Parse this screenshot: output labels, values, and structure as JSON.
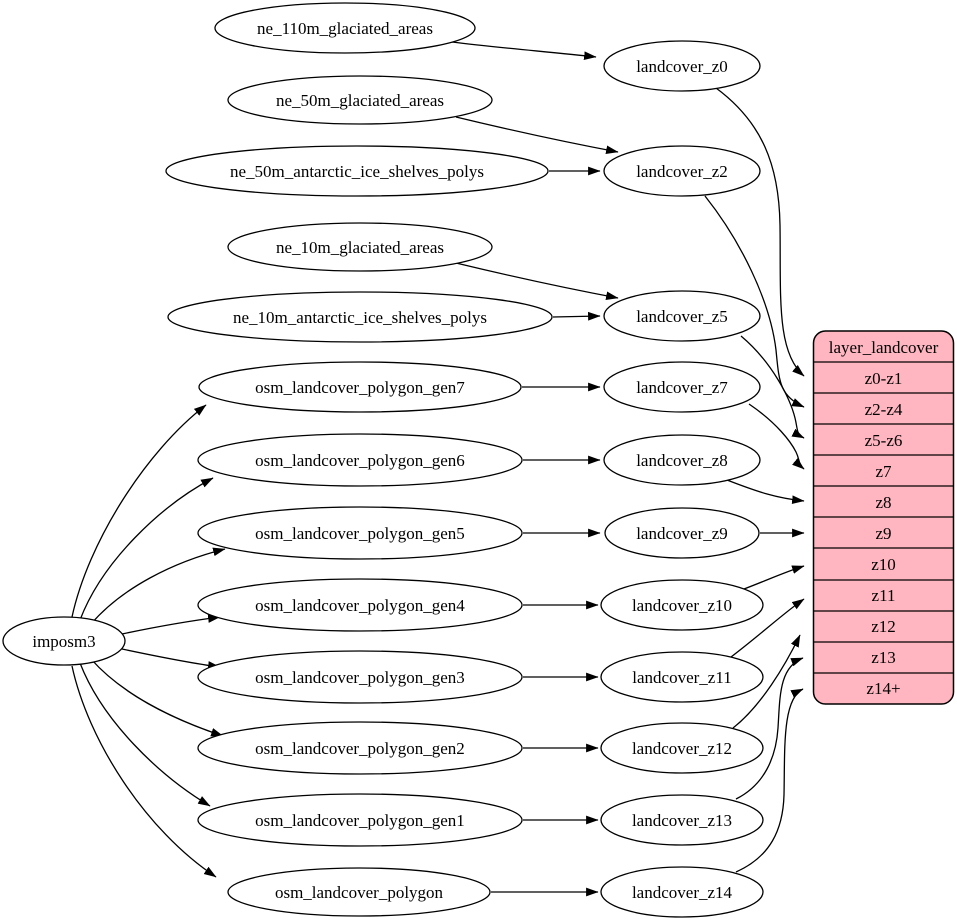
{
  "colors": {
    "background": "#ffffff",
    "node_fill": "#ffffff",
    "edge_stroke": "#000000",
    "table_fill": "#ffb6c1"
  },
  "nodes": {
    "imposm3": "imposm3",
    "ne_110m_glaciated_areas": "ne_110m_glaciated_areas",
    "ne_50m_glaciated_areas": "ne_50m_glaciated_areas",
    "ne_50m_antarctic_ice_shelves_polys": "ne_50m_antarctic_ice_shelves_polys",
    "ne_10m_glaciated_areas": "ne_10m_glaciated_areas",
    "ne_10m_antarctic_ice_shelves_polys": "ne_10m_antarctic_ice_shelves_polys",
    "osm_landcover_polygon_gen7": "osm_landcover_polygon_gen7",
    "osm_landcover_polygon_gen6": "osm_landcover_polygon_gen6",
    "osm_landcover_polygon_gen5": "osm_landcover_polygon_gen5",
    "osm_landcover_polygon_gen4": "osm_landcover_polygon_gen4",
    "osm_landcover_polygon_gen3": "osm_landcover_polygon_gen3",
    "osm_landcover_polygon_gen2": "osm_landcover_polygon_gen2",
    "osm_landcover_polygon_gen1": "osm_landcover_polygon_gen1",
    "osm_landcover_polygon": "osm_landcover_polygon",
    "landcover_z0": "landcover_z0",
    "landcover_z2": "landcover_z2",
    "landcover_z5": "landcover_z5",
    "landcover_z7": "landcover_z7",
    "landcover_z8": "landcover_z8",
    "landcover_z9": "landcover_z9",
    "landcover_z10": "landcover_z10",
    "landcover_z11": "landcover_z11",
    "landcover_z12": "landcover_z12",
    "landcover_z13": "landcover_z13",
    "landcover_z14": "landcover_z14"
  },
  "table": {
    "title": "layer_landcover",
    "rows": [
      "z0-z1",
      "z2-z4",
      "z5-z6",
      "z7",
      "z8",
      "z9",
      "z10",
      "z11",
      "z12",
      "z13",
      "z14+"
    ]
  },
  "edges": [
    {
      "from": "ne_110m_glaciated_areas",
      "to": "landcover_z0"
    },
    {
      "from": "ne_50m_glaciated_areas",
      "to": "landcover_z2"
    },
    {
      "from": "ne_50m_antarctic_ice_shelves_polys",
      "to": "landcover_z2"
    },
    {
      "from": "ne_10m_glaciated_areas",
      "to": "landcover_z5"
    },
    {
      "from": "ne_10m_antarctic_ice_shelves_polys",
      "to": "landcover_z5"
    },
    {
      "from": "imposm3",
      "to": "osm_landcover_polygon_gen7"
    },
    {
      "from": "imposm3",
      "to": "osm_landcover_polygon_gen6"
    },
    {
      "from": "imposm3",
      "to": "osm_landcover_polygon_gen5"
    },
    {
      "from": "imposm3",
      "to": "osm_landcover_polygon_gen4"
    },
    {
      "from": "imposm3",
      "to": "osm_landcover_polygon_gen3"
    },
    {
      "from": "imposm3",
      "to": "osm_landcover_polygon_gen2"
    },
    {
      "from": "imposm3",
      "to": "osm_landcover_polygon_gen1"
    },
    {
      "from": "imposm3",
      "to": "osm_landcover_polygon"
    },
    {
      "from": "osm_landcover_polygon_gen7",
      "to": "landcover_z7"
    },
    {
      "from": "osm_landcover_polygon_gen6",
      "to": "landcover_z8"
    },
    {
      "from": "osm_landcover_polygon_gen5",
      "to": "landcover_z9"
    },
    {
      "from": "osm_landcover_polygon_gen4",
      "to": "landcover_z10"
    },
    {
      "from": "osm_landcover_polygon_gen3",
      "to": "landcover_z11"
    },
    {
      "from": "osm_landcover_polygon_gen2",
      "to": "landcover_z12"
    },
    {
      "from": "osm_landcover_polygon_gen1",
      "to": "landcover_z13"
    },
    {
      "from": "osm_landcover_polygon",
      "to": "landcover_z14"
    },
    {
      "from": "landcover_z0",
      "to": "layer_landcover.z0-z1"
    },
    {
      "from": "landcover_z2",
      "to": "layer_landcover.z2-z4"
    },
    {
      "from": "landcover_z5",
      "to": "layer_landcover.z5-z6"
    },
    {
      "from": "landcover_z7",
      "to": "layer_landcover.z7"
    },
    {
      "from": "landcover_z8",
      "to": "layer_landcover.z8"
    },
    {
      "from": "landcover_z9",
      "to": "layer_landcover.z9"
    },
    {
      "from": "landcover_z10",
      "to": "layer_landcover.z10"
    },
    {
      "from": "landcover_z11",
      "to": "layer_landcover.z11"
    },
    {
      "from": "landcover_z12",
      "to": "layer_landcover.z12"
    },
    {
      "from": "landcover_z13",
      "to": "layer_landcover.z13"
    },
    {
      "from": "landcover_z14",
      "to": "layer_landcover.z14+"
    }
  ]
}
